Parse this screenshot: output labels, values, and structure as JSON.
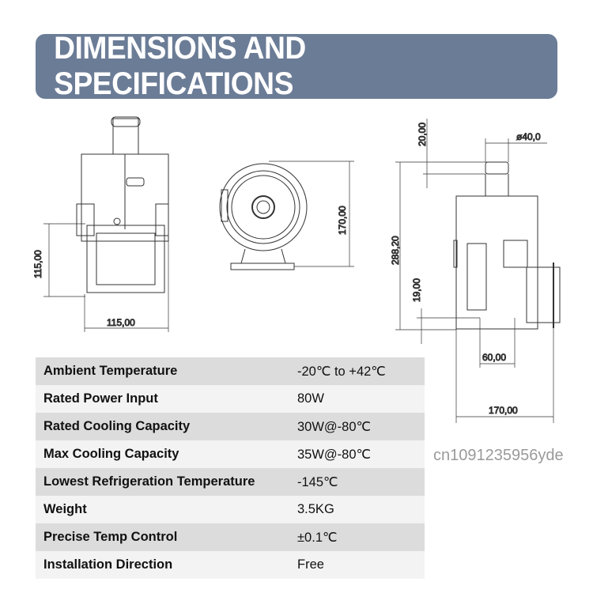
{
  "header": {
    "title": "DIMENSIONS AND SPECIFICATIONS",
    "color": "#6b7c96"
  },
  "drawings": {
    "front": {
      "width": "115,00",
      "height": "115,00"
    },
    "side": {
      "height": "170,00"
    },
    "back": {
      "cap_height": "20,00",
      "cap_diameter": "ø40,0",
      "total_height": "288,20",
      "foot_height": "19,00",
      "hole_spacing": "60,00",
      "width": "170,00"
    }
  },
  "watermark": "cn1091235956yde",
  "specs": [
    {
      "label": "Ambient Temperature",
      "value": "-20℃ to +42℃"
    },
    {
      "label": "Rated Power Input",
      "value": "80W"
    },
    {
      "label": "Rated Cooling Capacity",
      "value": "30W@-80℃"
    },
    {
      "label": "Max Cooling Capacity",
      "value": "35W@-80℃"
    },
    {
      "label": "Lowest Refrigeration Temperature",
      "value": "-145℃"
    },
    {
      "label": "Weight",
      "value": "3.5KG"
    },
    {
      "label": "Precise Temp Control",
      "value": "±0.1℃"
    },
    {
      "label": "Installation Direction",
      "value": "Free"
    }
  ]
}
